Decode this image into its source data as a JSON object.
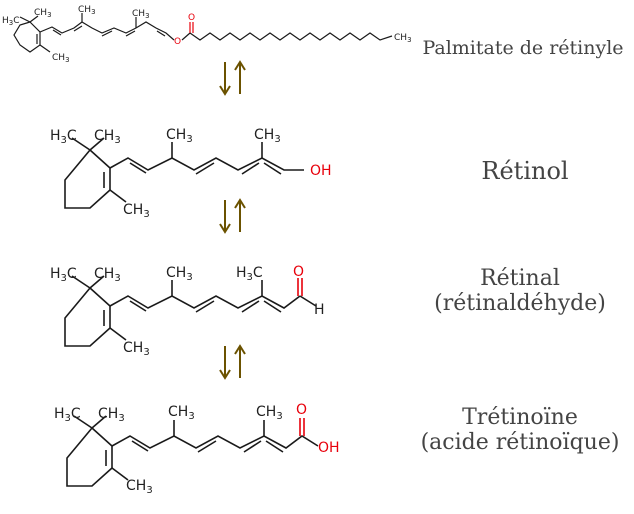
{
  "compounds": [
    {
      "name": "Palmitate de rétinyle"
    },
    {
      "name": "Rétinol"
    },
    {
      "name_line1": "Rétinal",
      "name_line2": "(rétinaldéhyde)"
    },
    {
      "name_line1": "Trétinoïne",
      "name_line2": "(acide rétinoïque)"
    }
  ],
  "atoms": {
    "h3c": "H",
    "h3c_sub": "3",
    "h3c_c": "C",
    "ch3_c": "CH",
    "ch3_sub": "3",
    "oh": "OH",
    "o": "O",
    "h": "H",
    "ch3_small": "CH3"
  },
  "colors": {
    "arrow": "#6b5200",
    "bond": "#1a1a1a",
    "heteroatom": "#e8000b",
    "label": "#444444"
  },
  "arrows": [
    {
      "symbol": "⇅"
    },
    {
      "symbol": "⇅"
    },
    {
      "symbol": "⇅"
    }
  ]
}
